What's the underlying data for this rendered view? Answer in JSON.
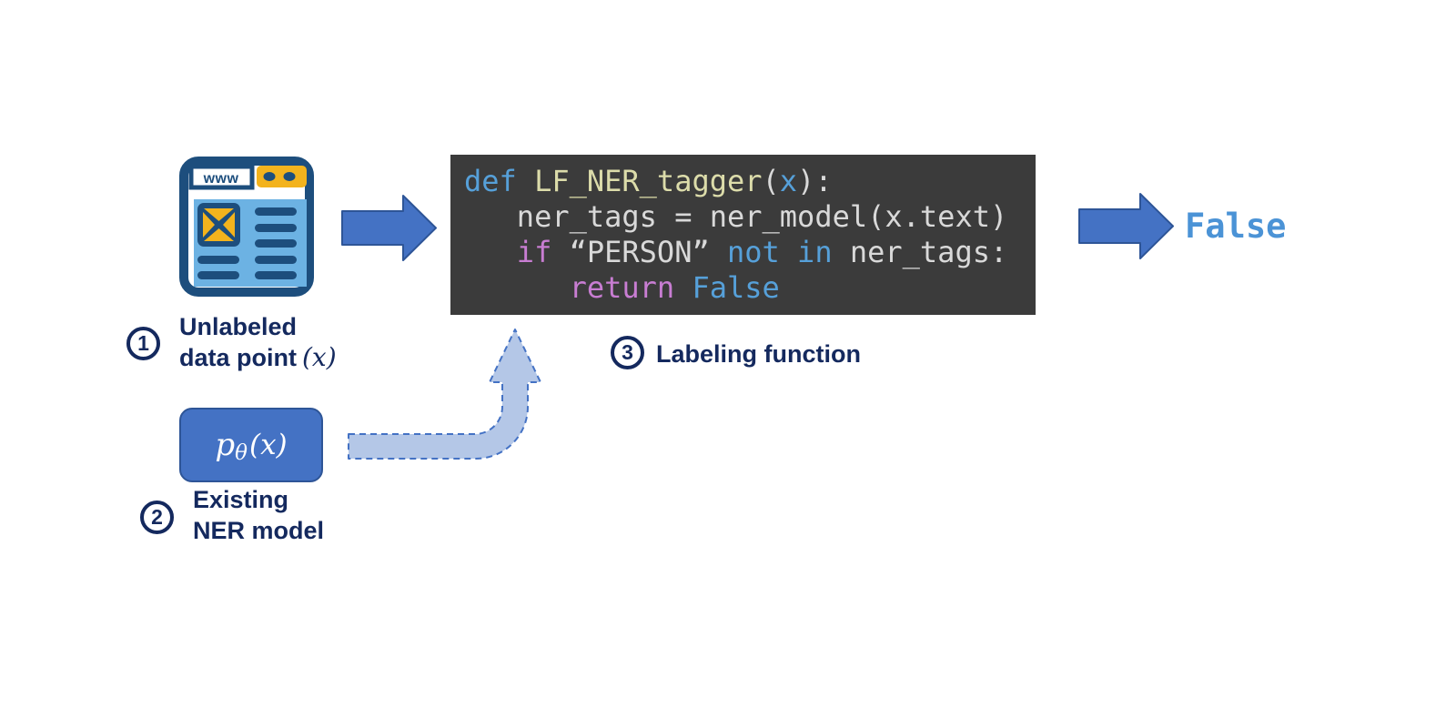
{
  "colors": {
    "navy": "#1d4e7d",
    "yellow": "#f3b31d",
    "lightblue": "#6cb2e3",
    "blue": "#4472c4",
    "blueBorder": "#2e5597",
    "dashFill": "#b4c7e7",
    "labelNavy": "#14295e",
    "codeBg": "#3b3b3b",
    "codePlain": "#d9d9d9",
    "codeKw": "#56a0d9",
    "codeFn": "#dcdcaa",
    "codeCtl": "#c87dd2",
    "outBlue": "#4b93d6"
  },
  "icon": {
    "address": "www"
  },
  "code": {
    "lines": [
      {
        "tokens": [
          {
            "t": "def ",
            "c": "kw"
          },
          {
            "t": "LF_NER_tagger",
            "c": "fn"
          },
          {
            "t": "(",
            "c": "pl"
          },
          {
            "t": "x",
            "c": "kw"
          },
          {
            "t": "):",
            "c": "pl"
          }
        ]
      },
      {
        "tokens": [
          {
            "t": "   ner_tags = ner_model(x.text)",
            "c": "pl"
          }
        ]
      },
      {
        "tokens": [
          {
            "t": "   ",
            "c": "pl"
          },
          {
            "t": "if",
            "c": "ctl"
          },
          {
            "t": " “PERSON” ",
            "c": "pl"
          },
          {
            "t": "not in",
            "c": "kw"
          },
          {
            "t": " ner_tags:",
            "c": "pl"
          }
        ]
      },
      {
        "tokens": [
          {
            "t": "      ",
            "c": "pl"
          },
          {
            "t": "return ",
            "c": "ctl"
          },
          {
            "t": "False",
            "c": "kw"
          }
        ]
      }
    ]
  },
  "steps": {
    "one": {
      "num": "1",
      "line1": "Unlabeled",
      "line2": "data point",
      "math": "(x)"
    },
    "two": {
      "num": "2",
      "line1": "Existing",
      "line2": "NER model"
    },
    "three": {
      "num": "3",
      "label": "Labeling function"
    }
  },
  "model_box": {
    "base": "p",
    "sub": "θ",
    "args": "(x)"
  },
  "output": {
    "value": "False"
  }
}
